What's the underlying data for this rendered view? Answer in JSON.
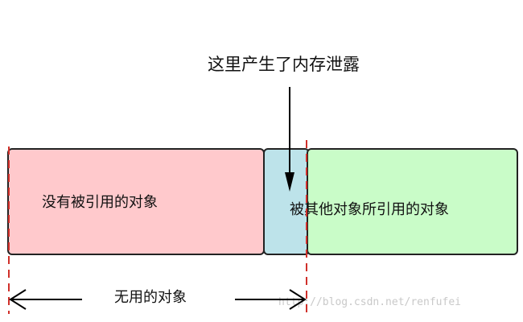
{
  "title": "这里产生了内存泄露",
  "regions": {
    "unreferenced": "没有被引用的对象",
    "referenced": "被其他对象所引用的对象"
  },
  "span_label": "无用的对象",
  "watermark": "http://blog.csdn.net/renfufei",
  "colors": {
    "unreferenced": "#ffc9cc",
    "leak": "#bde3ea",
    "referenced": "#c9fcc8",
    "boundary": "#d0302a"
  }
}
